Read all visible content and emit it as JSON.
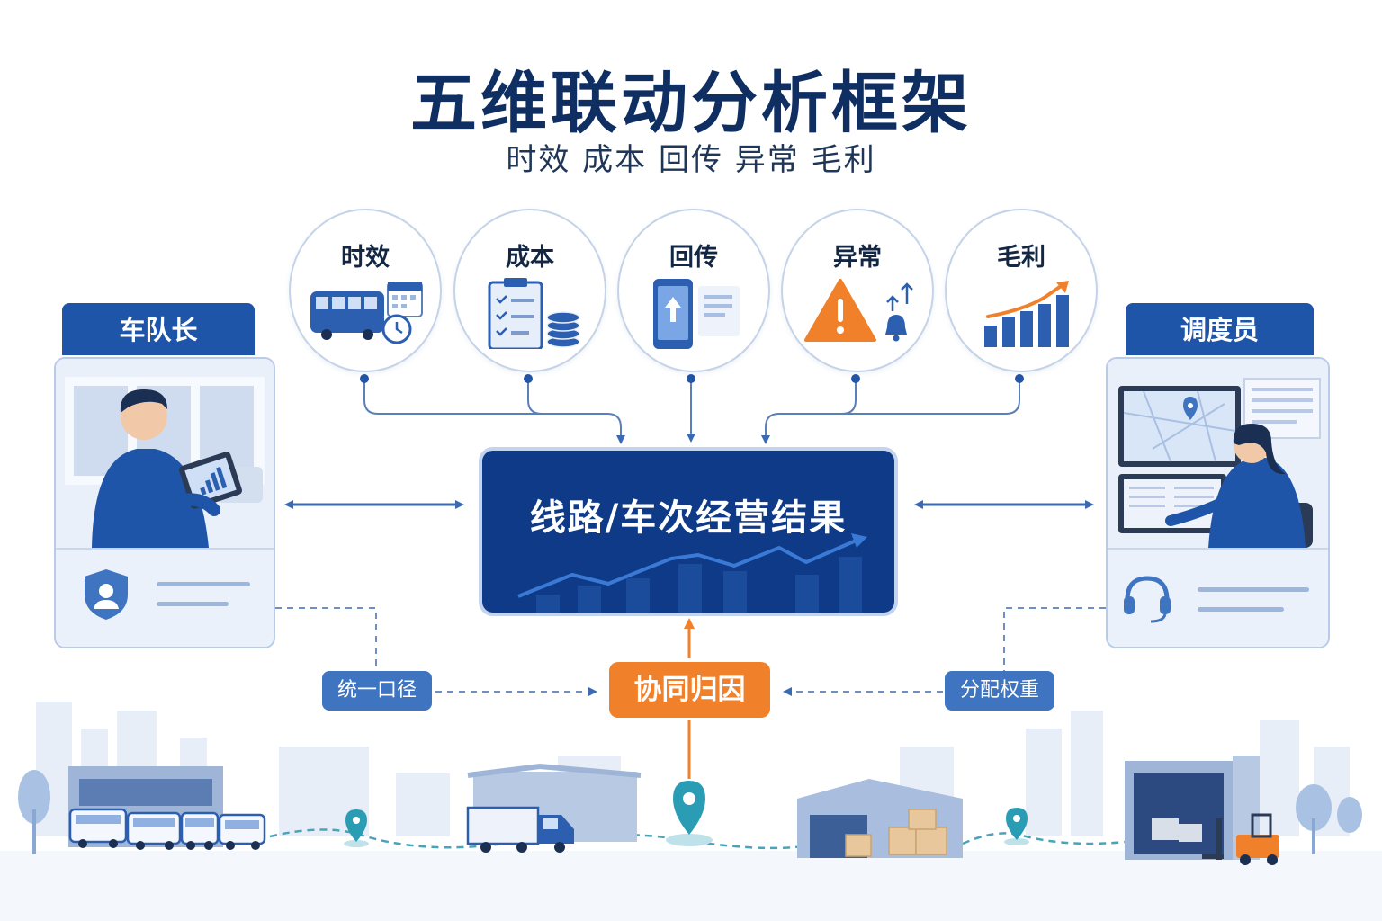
{
  "title": "五维联动分析框架",
  "subtitle": "时效  成本  回传  异常  毛利",
  "dimensions": [
    {
      "label": "时效",
      "icon": "bus-calendar-clock-icon"
    },
    {
      "label": "成本",
      "icon": "clipboard-coins-icon"
    },
    {
      "label": "回传",
      "icon": "phone-upload-icon"
    },
    {
      "label": "异常",
      "icon": "warning-bell-icon"
    },
    {
      "label": "毛利",
      "icon": "rising-bar-chart-icon"
    }
  ],
  "left_role": {
    "label": "车队长"
  },
  "right_role": {
    "label": "调度员"
  },
  "center": {
    "label": "线路/车次经营结果"
  },
  "pills": {
    "left": "统一口径",
    "center": "协同归因",
    "right": "分配权重"
  },
  "colors": {
    "navy": "#0e3a87",
    "blue": "#1f55a8",
    "accent_orange": "#f0812a",
    "teal_pin": "#2a9db5"
  }
}
